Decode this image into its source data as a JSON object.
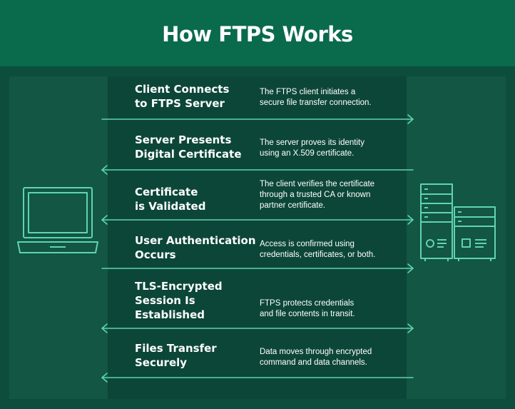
{
  "title": "How FTPS Works",
  "steps": [
    {
      "title": "Client Connects\nto FTPS Server",
      "description": "The FTPS client initiates a\nsecure file transfer connection.",
      "direction": "client-to-server"
    },
    {
      "title": "Server Presents\nDigital Certificate",
      "description": "The server proves its identity\nusing an X.509 certificate.",
      "direction": "server-to-client"
    },
    {
      "title": "Certificate\nis Validated",
      "description": "The client verifies the certificate\nthrough a trusted CA or known\npartner certificate.",
      "direction": "bidirectional"
    },
    {
      "title": "User Authentication\nOccurs",
      "description": "Access is confirmed using\ncredentials, certificates, or both.",
      "direction": "client-to-server"
    },
    {
      "title": "TLS-Encrypted\nSession Is\nEstablished",
      "description": "FTPS protects credentials\nand file contents in transit.",
      "direction": "bidirectional"
    },
    {
      "title": "Files Transfer\nSecurely",
      "description": "Data moves through encrypted\ncommand and data channels.",
      "direction": "server-to-client"
    }
  ],
  "icons": {
    "client": "laptop-icon",
    "server": "server-rack-icon"
  },
  "colors": {
    "header": "#0a6a4c",
    "background": "#0c4d3c",
    "side_panel": "#125643",
    "flow_panel": "#0c4638",
    "line": "#5fd4b0",
    "text": "#ffffff"
  }
}
